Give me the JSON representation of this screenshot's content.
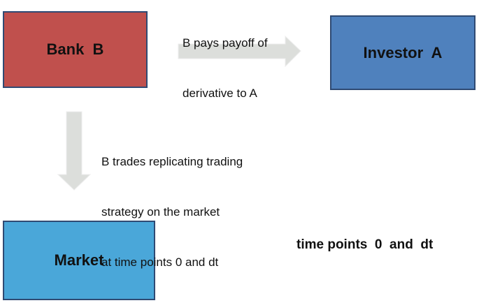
{
  "nodes": {
    "bank": "Bank  B",
    "investor": "Investor  A",
    "market": "Market"
  },
  "edges": {
    "bank_to_investor": {
      "lines": [
        "B pays payoff of",
        "derivative to A"
      ]
    },
    "bank_to_market": {
      "lines": [
        "B trades replicating trading",
        "strategy on the market",
        "at time points 0 and dt"
      ]
    }
  },
  "note": "time points  0  and  dt",
  "colors": {
    "bank_fill": "#c0504d",
    "investor_fill": "#4f81bd",
    "market_fill": "#4aa7d9",
    "arrow_fill": "#dcdedb"
  }
}
